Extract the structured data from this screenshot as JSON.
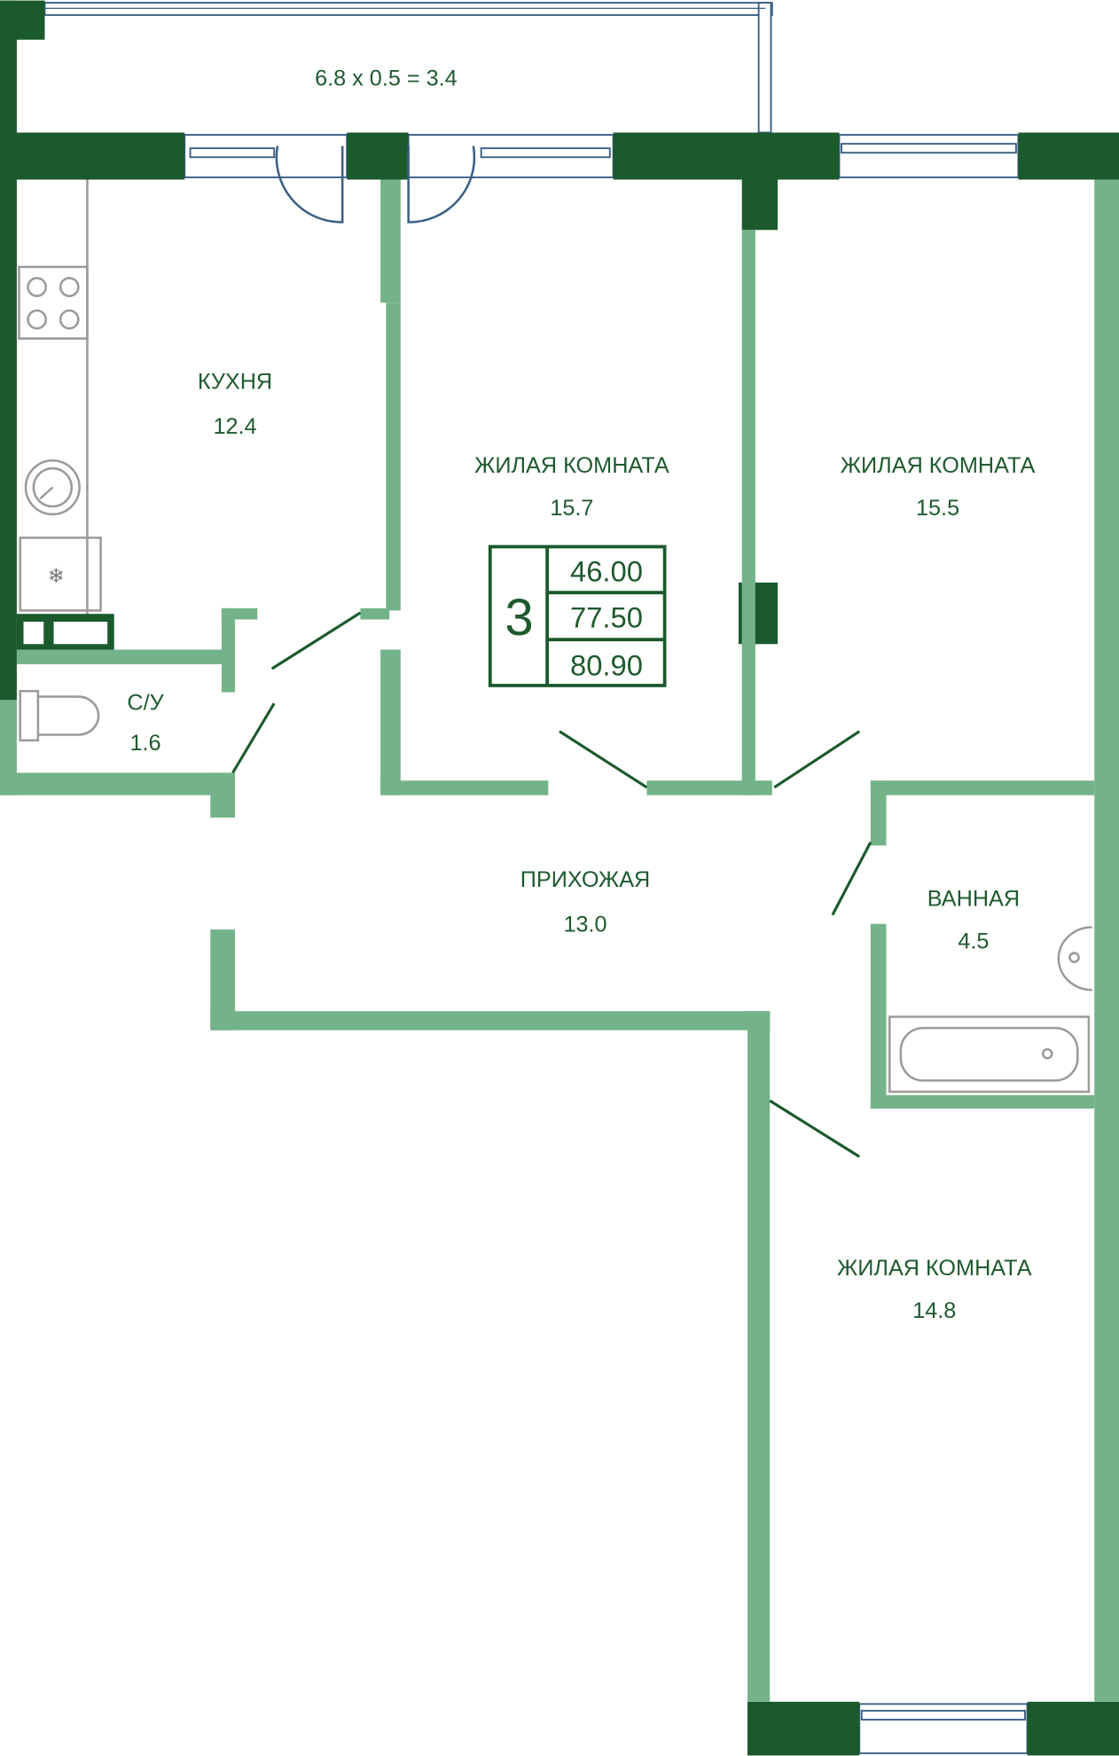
{
  "plan": {
    "balcony": {
      "label": "6.8 x 0.5 = 3.4"
    },
    "rooms": [
      {
        "name": "КУХНЯ",
        "area": "12.4"
      },
      {
        "name": "ЖИЛАЯ КОМНАТА",
        "area": "15.7"
      },
      {
        "name": "ЖИЛАЯ КОМНАТА",
        "area": "15.5"
      },
      {
        "name": "С/У",
        "area": "1.6"
      },
      {
        "name": "ПРИХОЖАЯ",
        "area": "13.0"
      },
      {
        "name": "ВАННАЯ",
        "area": "4.5"
      },
      {
        "name": "ЖИЛАЯ КОМНАТА",
        "area": "14.8"
      }
    ],
    "summary": {
      "rooms_count": "3",
      "living_area": "46.00",
      "total_area": "77.50",
      "total_with_balcony": "80.90"
    },
    "colors": {
      "outer_wall": "#1b5a2d",
      "inner_wall": "#74b389",
      "text": "#1e5a2e",
      "window": "#3a5f85"
    }
  }
}
